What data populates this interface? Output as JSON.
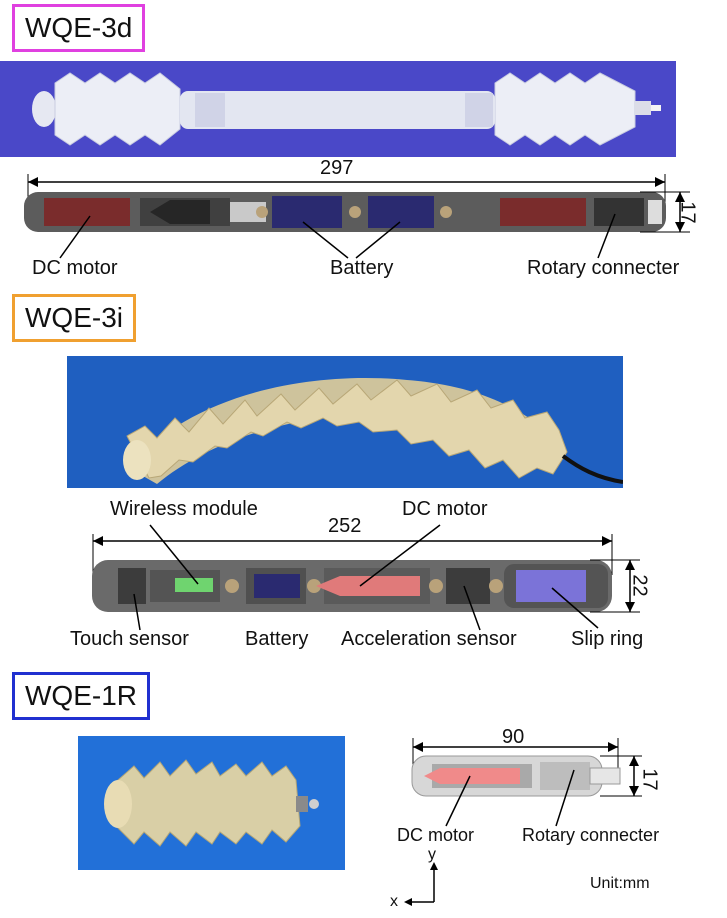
{
  "sections": [
    {
      "title": "WQE-3d",
      "color": "#e040e0",
      "length": "297",
      "height": "17",
      "labels": {
        "motor": "DC motor",
        "battery": "Battery",
        "connector": "Rotary connecter"
      }
    },
    {
      "title": "WQE-3i",
      "color": "#f0a030",
      "length": "252",
      "height": "22",
      "labels": {
        "wireless": "Wireless module",
        "motor": "DC motor",
        "touch": "Touch sensor",
        "battery": "Battery",
        "accel": "Acceleration sensor",
        "slip": "Slip ring"
      }
    },
    {
      "title": "WQE-1R",
      "color": "#2030d0",
      "length": "90",
      "height": "17",
      "labels": {
        "motor": "DC motor",
        "connector": "Rotary connecter"
      }
    }
  ],
  "axes": {
    "x": "x",
    "y": "y"
  },
  "unit": "Unit:mm"
}
